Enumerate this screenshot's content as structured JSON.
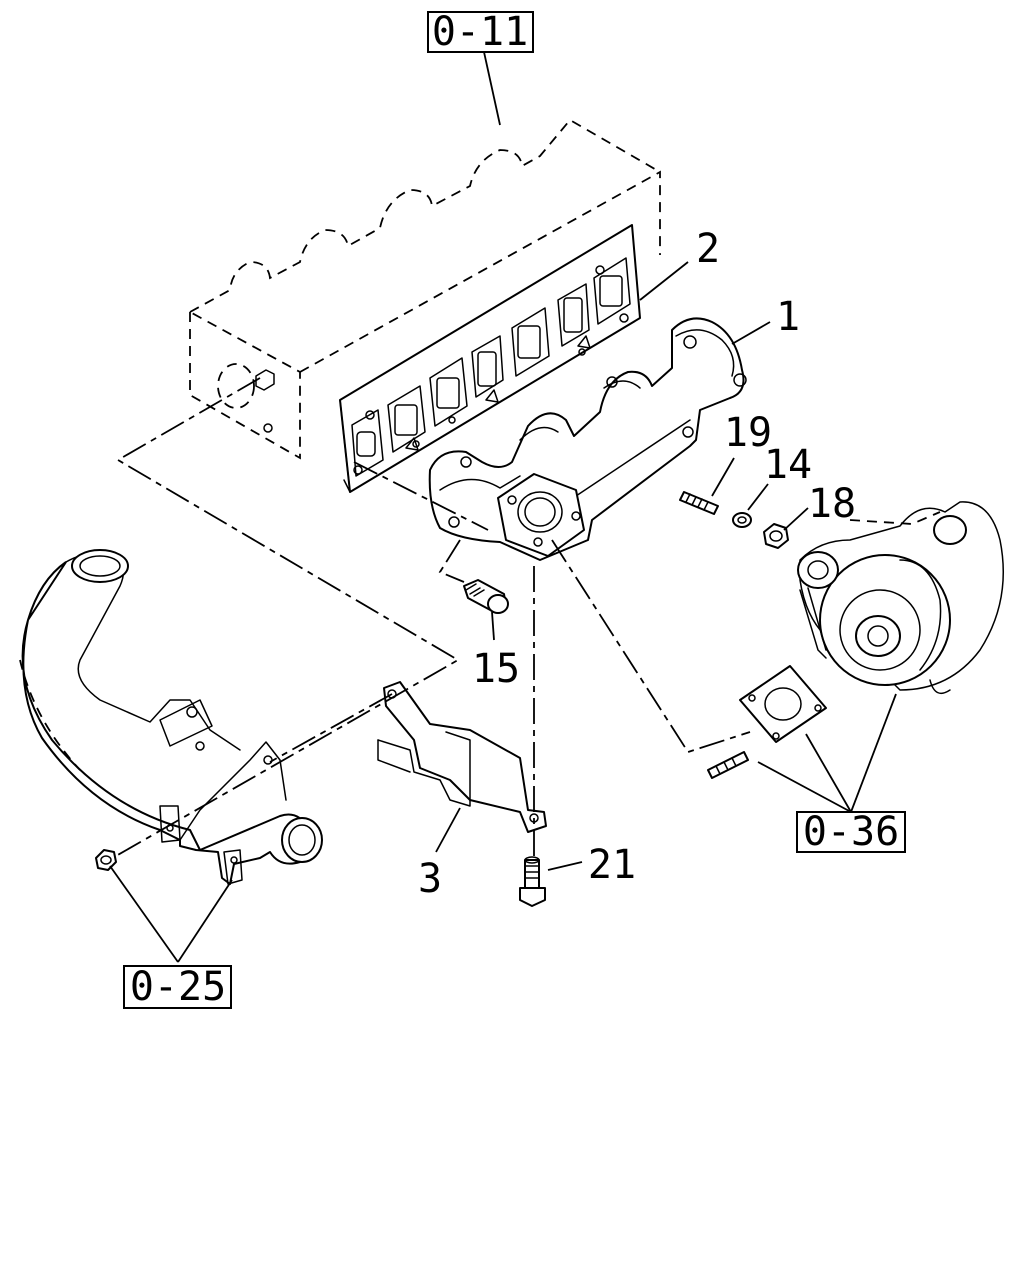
{
  "callouts": {
    "c1": "1",
    "c2": "2",
    "c3": "3",
    "c14": "14",
    "c15": "15",
    "c18": "18",
    "c19": "19",
    "c21": "21"
  },
  "refs": {
    "r011": "0-11",
    "r036": "0-36",
    "r025": "0-25"
  }
}
